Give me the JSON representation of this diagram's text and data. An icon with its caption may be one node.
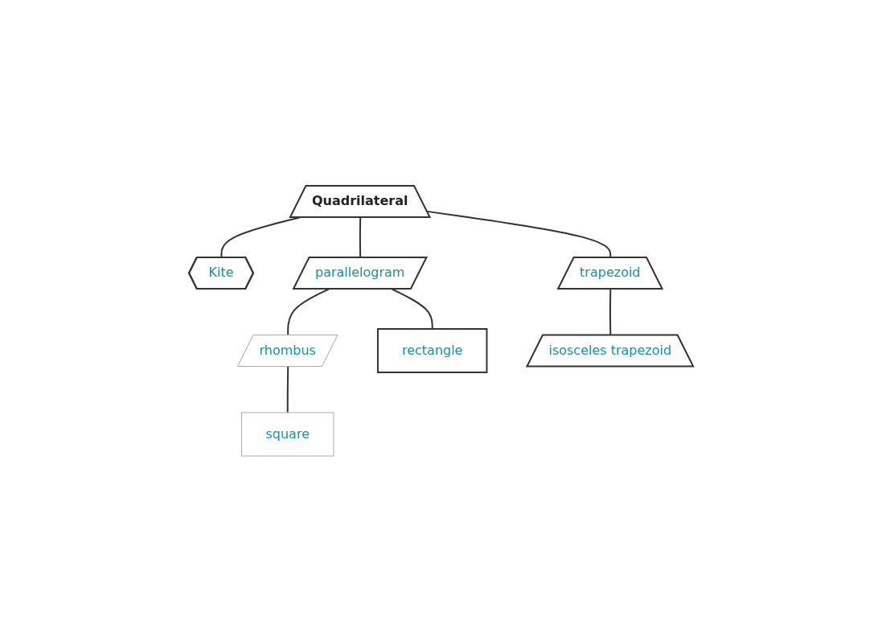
{
  "diagram": {
    "nodes": [
      {
        "text": [
          "Quadrilateral"
        ]
      },
      {
        "text": [
          "Kite"
        ]
      },
      {
        "text": [
          "parallelogram"
        ]
      },
      {
        "text": [
          "trapezoid"
        ]
      },
      {
        "text": [
          "rhombus"
        ]
      },
      {
        "text": [
          "rectangle"
        ]
      },
      {
        "text": [
          "isosceles trapezoid"
        ]
      },
      {
        "text": [
          "square"
        ]
      }
    ],
    "edges": [
      {
        "from": 0,
        "to": 1,
        "arrow": "none"
      },
      {
        "from": 0,
        "to": 2,
        "arrow": "none"
      },
      {
        "from": 0,
        "to": 3,
        "arrow": "none"
      },
      {
        "from": 2,
        "to": 4,
        "arrow": "none"
      },
      {
        "from": 2,
        "to": 5,
        "arrow": "none"
      },
      {
        "from": 3,
        "to": 6,
        "arrow": "none"
      },
      {
        "from": 4,
        "to": 7,
        "arrow": "none"
      }
    ]
  }
}
